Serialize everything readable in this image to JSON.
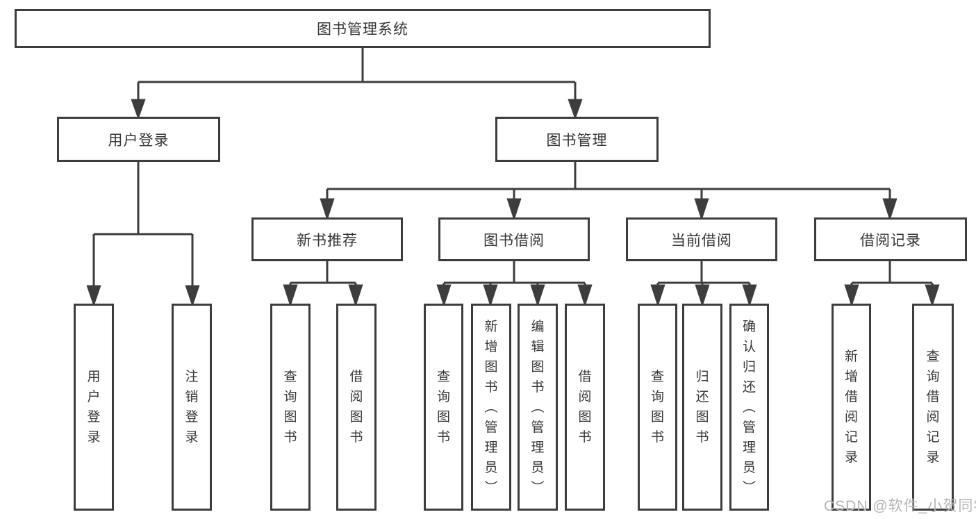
{
  "colors": {
    "line": "#3d3d3d",
    "text": "#363636",
    "background": "#ffffff",
    "watermark": "#b4b4b4"
  },
  "tree": {
    "root": {
      "label": "图书管理系统"
    },
    "children": [
      {
        "label": "用户登录",
        "leaves": [
          "用户登录",
          "注销登录"
        ]
      },
      {
        "label": "图书管理",
        "children": [
          {
            "label": "新书推荐",
            "leaves": [
              "查询图书",
              "借阅图书"
            ]
          },
          {
            "label": "图书借阅",
            "leaves": [
              "查询图书",
              "新增图书（管理员）",
              "编辑图书（管理员）",
              "借阅图书"
            ]
          },
          {
            "label": "当前借阅",
            "leaves": [
              "查询图书",
              "归还图书",
              "确认归还（管理员）"
            ]
          },
          {
            "label": "借阅记录",
            "leaves": [
              "新增借阅记录",
              "查询借阅记录"
            ]
          }
        ]
      }
    ]
  },
  "watermark": {
    "text": "CSDN @软件_小贺同学"
  }
}
